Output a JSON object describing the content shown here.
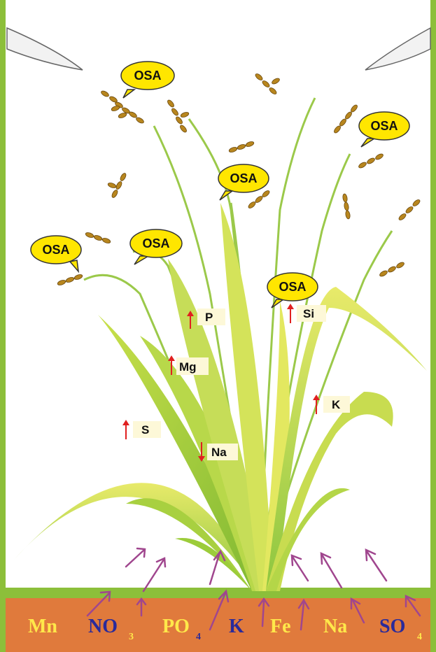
{
  "bubbles": [
    "OSA",
    "OSA",
    "OSA",
    "OSA",
    "OSA",
    "OSA"
  ],
  "elements": {
    "p": "P",
    "si": "Si",
    "mg": "Mg",
    "k": "K",
    "s": "S",
    "na": "Na"
  },
  "element_changes": {
    "p": "up",
    "si": "up",
    "mg": "up",
    "k": "up",
    "s": "up",
    "na": "down"
  },
  "soil": {
    "mn": "Mn",
    "no3": "NO",
    "no3_sub": "3",
    "po4": "PO",
    "po4_sub": "4",
    "k": "K",
    "fe": "Fe",
    "na": "Na",
    "so4": "SO",
    "so4_sub": "4"
  },
  "colors": {
    "border": "#8cbf3a",
    "soil": "#e07a3c",
    "bubble": "#ffe600",
    "arrow_up_down": "#e02020",
    "uptake_arrow": "#a0468e",
    "soil_text_blue": "#2a2a9a",
    "soil_text_yellow": "#ffe84a"
  }
}
